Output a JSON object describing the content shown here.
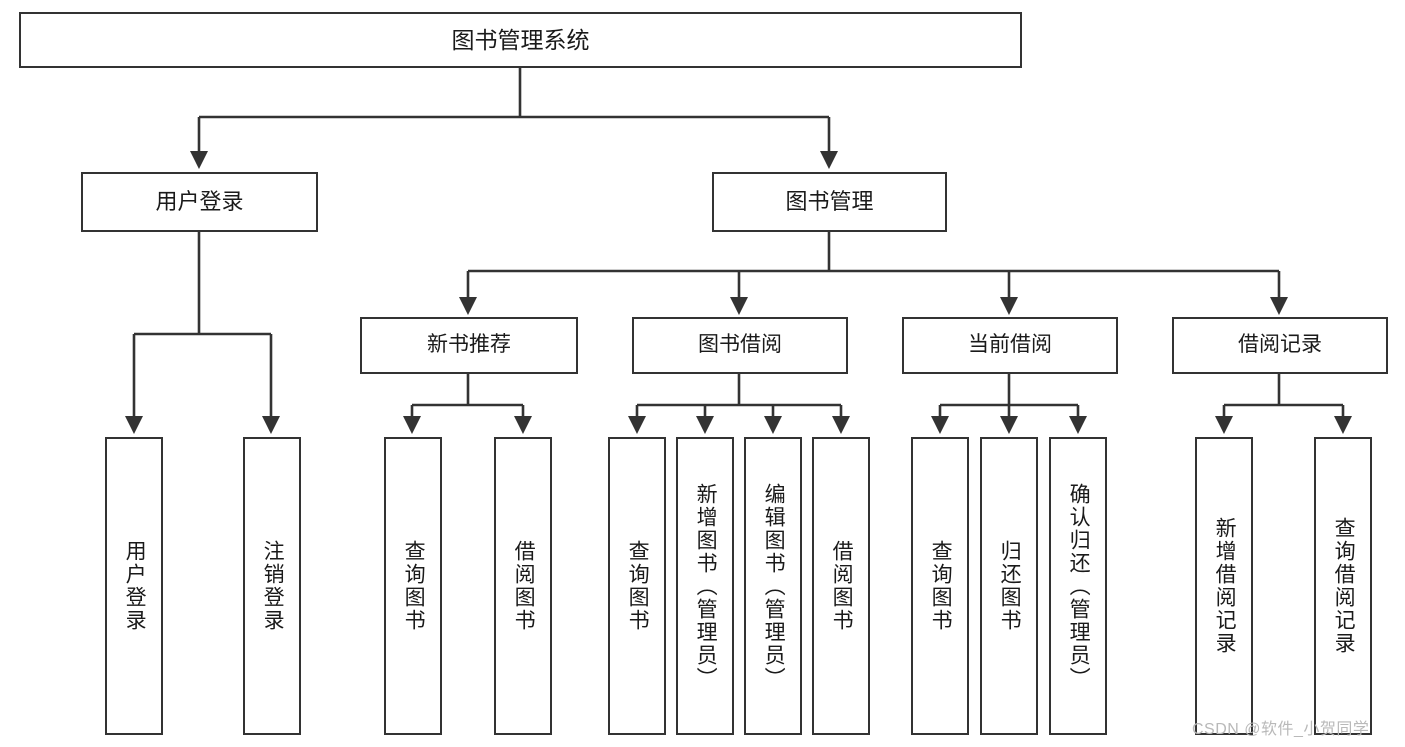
{
  "diagram": {
    "title": "图书管理系统",
    "type": "tree-hierarchy-diagram",
    "colors": {
      "box_border": "#333333",
      "box_fill": "#ffffff",
      "edge": "#333333",
      "text": "#1a1a1a",
      "watermark": "#b9b9b9",
      "background": "#ffffff"
    },
    "watermark": "CSDN @软件_小贺同学",
    "nodes": {
      "root": {
        "label": "图书管理系统"
      },
      "level1": [
        {
          "id": "user-login",
          "label": "用户登录"
        },
        {
          "id": "book-manage",
          "label": "图书管理"
        }
      ],
      "level2": [
        {
          "id": "new-book-recommend",
          "label": "新书推荐"
        },
        {
          "id": "book-borrow",
          "label": "图书借阅"
        },
        {
          "id": "current-borrow",
          "label": "当前借阅"
        },
        {
          "id": "borrow-record",
          "label": "借阅记录"
        }
      ],
      "leaves": {
        "user-login": [
          {
            "id": "leaf-user-login",
            "label": "用户登录"
          },
          {
            "id": "leaf-logout-login",
            "label": "注销登录"
          }
        ],
        "new-book-recommend": [
          {
            "id": "leaf-query-book-1",
            "label": "查询图书"
          },
          {
            "id": "leaf-borrow-book-1",
            "label": "借阅图书"
          }
        ],
        "book-borrow": [
          {
            "id": "leaf-query-book-2",
            "label": "查询图书"
          },
          {
            "id": "leaf-add-book",
            "label": "新增图书（管理员）"
          },
          {
            "id": "leaf-edit-book",
            "label": "编辑图书（管理员）"
          },
          {
            "id": "leaf-borrow-book-2",
            "label": "借阅图书"
          }
        ],
        "current-borrow": [
          {
            "id": "leaf-query-book-3",
            "label": "查询图书"
          },
          {
            "id": "leaf-return-book",
            "label": "归还图书"
          },
          {
            "id": "leaf-confirm-return",
            "label": "确认归还（管理员）"
          }
        ],
        "borrow-record": [
          {
            "id": "leaf-add-record",
            "label": "新增借阅记录"
          },
          {
            "id": "leaf-query-record",
            "label": "查询借阅记录"
          }
        ]
      }
    }
  }
}
